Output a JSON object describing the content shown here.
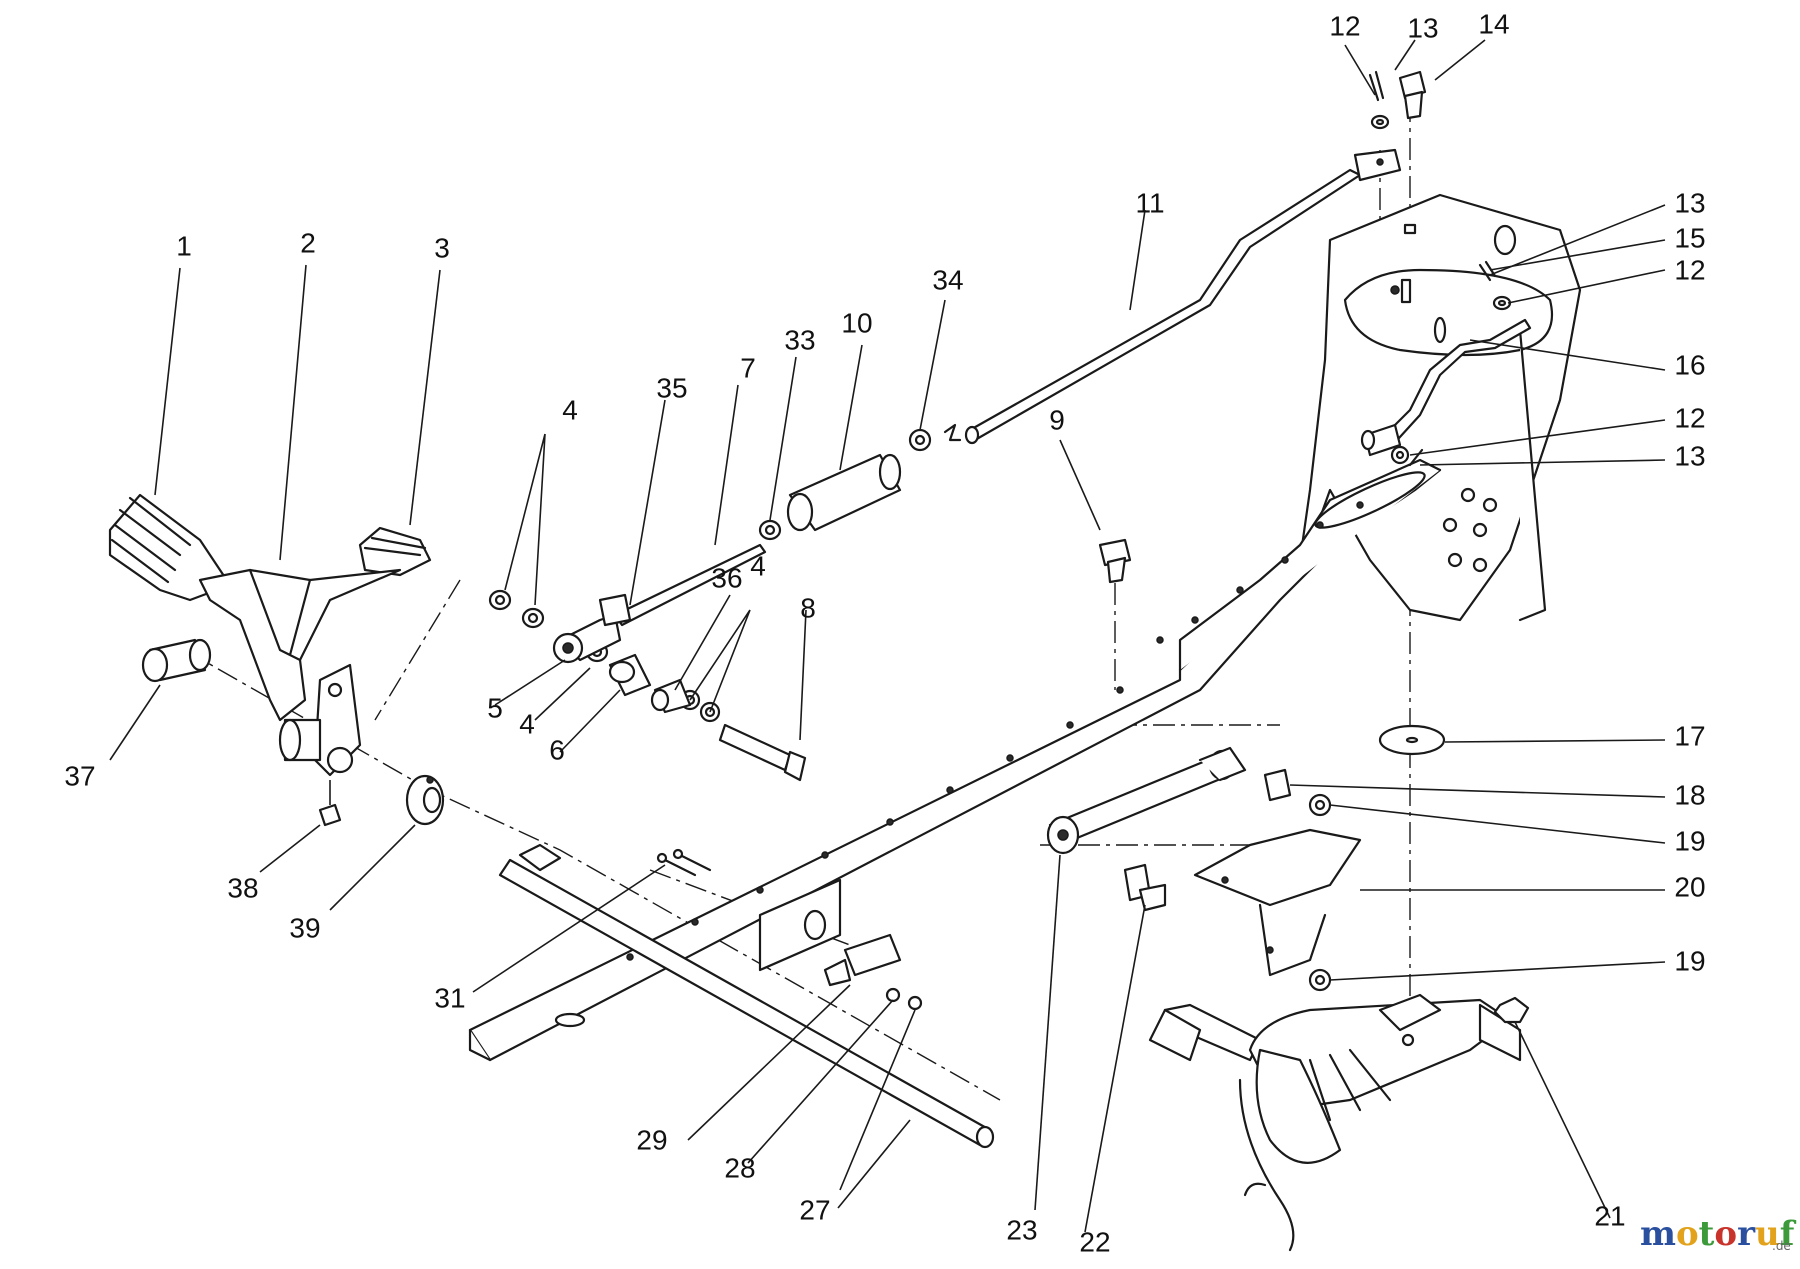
{
  "callouts": [
    {
      "id": "c-1",
      "text": "1"
    },
    {
      "id": "c-2",
      "text": "2"
    },
    {
      "id": "c-3",
      "text": "3"
    },
    {
      "id": "c-4a",
      "text": "4"
    },
    {
      "id": "c-4b",
      "text": "4"
    },
    {
      "id": "c-4c",
      "text": "4"
    },
    {
      "id": "c-5",
      "text": "5"
    },
    {
      "id": "c-6",
      "text": "6"
    },
    {
      "id": "c-7",
      "text": "7"
    },
    {
      "id": "c-8",
      "text": "8"
    },
    {
      "id": "c-9",
      "text": "9"
    },
    {
      "id": "c-10",
      "text": "10"
    },
    {
      "id": "c-11",
      "text": "11"
    },
    {
      "id": "c-12a",
      "text": "12"
    },
    {
      "id": "c-12b",
      "text": "12"
    },
    {
      "id": "c-12c",
      "text": "12"
    },
    {
      "id": "c-13a",
      "text": "13"
    },
    {
      "id": "c-13b",
      "text": "13"
    },
    {
      "id": "c-13c",
      "text": "13"
    },
    {
      "id": "c-14",
      "text": "14"
    },
    {
      "id": "c-15",
      "text": "15"
    },
    {
      "id": "c-16",
      "text": "16"
    },
    {
      "id": "c-17",
      "text": "17"
    },
    {
      "id": "c-18",
      "text": "18"
    },
    {
      "id": "c-19a",
      "text": "19"
    },
    {
      "id": "c-19b",
      "text": "19"
    },
    {
      "id": "c-20",
      "text": "20"
    },
    {
      "id": "c-21",
      "text": "21"
    },
    {
      "id": "c-22",
      "text": "22"
    },
    {
      "id": "c-23",
      "text": "23"
    },
    {
      "id": "c-27",
      "text": "27"
    },
    {
      "id": "c-28",
      "text": "28"
    },
    {
      "id": "c-29",
      "text": "29"
    },
    {
      "id": "c-31",
      "text": "31"
    },
    {
      "id": "c-33",
      "text": "33"
    },
    {
      "id": "c-34",
      "text": "34"
    },
    {
      "id": "c-35",
      "text": "35"
    },
    {
      "id": "c-36",
      "text": "36"
    },
    {
      "id": "c-37",
      "text": "37"
    },
    {
      "id": "c-38",
      "text": "38"
    },
    {
      "id": "c-39",
      "text": "39"
    }
  ],
  "watermark": {
    "letters": [
      "m",
      "o",
      "t",
      "o",
      "r",
      "u",
      "f"
    ],
    "letter_colors": [
      "#2a4f9e",
      "#e2a21b",
      "#3c9a3a",
      "#c8342b",
      "#2a4f9e",
      "#e2a21b",
      "#3c9a3a"
    ],
    "suffix": ".de"
  }
}
